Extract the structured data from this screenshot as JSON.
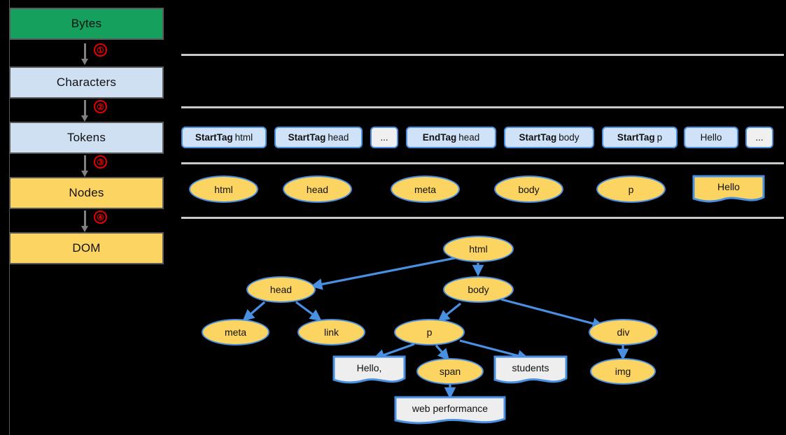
{
  "pipeline": {
    "stages": [
      {
        "label": "Bytes",
        "color": "#16a05d"
      },
      {
        "label": "Characters",
        "color": "#cfe0f3"
      },
      {
        "label": "Tokens",
        "color": "#cfe0f3"
      },
      {
        "label": "Nodes",
        "color": "#fcd462"
      },
      {
        "label": "DOM",
        "color": "#fcd462"
      }
    ],
    "steps": [
      "①",
      "②",
      "③",
      "④"
    ],
    "accent_marker_color": "#e60000"
  },
  "tokens": {
    "items": [
      {
        "kind": "StartTag",
        "value": "html",
        "style": "tag"
      },
      {
        "kind": "StartTag",
        "value": "head",
        "style": "tag"
      },
      {
        "kind": "",
        "value": "...",
        "style": "plain"
      },
      {
        "kind": "EndTag",
        "value": "head",
        "style": "tag"
      },
      {
        "kind": "StartTag",
        "value": "body",
        "style": "tag"
      },
      {
        "kind": "StartTag",
        "value": "p",
        "style": "tag"
      },
      {
        "kind": "",
        "value": "Hello",
        "style": "text"
      },
      {
        "kind": "",
        "value": "...",
        "style": "plain"
      }
    ]
  },
  "nodes": {
    "items": [
      {
        "label": "html",
        "shape": "ellipse"
      },
      {
        "label": "head",
        "shape": "ellipse"
      },
      {
        "label": "meta",
        "shape": "ellipse"
      },
      {
        "label": "body",
        "shape": "ellipse"
      },
      {
        "label": "p",
        "shape": "ellipse"
      },
      {
        "label": "Hello",
        "shape": "document"
      }
    ]
  },
  "dom_tree": {
    "nodes": [
      {
        "id": "html",
        "label": "html",
        "shape": "ellipse"
      },
      {
        "id": "head",
        "label": "head",
        "shape": "ellipse"
      },
      {
        "id": "body",
        "label": "body",
        "shape": "ellipse"
      },
      {
        "id": "meta",
        "label": "meta",
        "shape": "ellipse"
      },
      {
        "id": "link",
        "label": "link",
        "shape": "ellipse"
      },
      {
        "id": "p",
        "label": "p",
        "shape": "ellipse"
      },
      {
        "id": "div",
        "label": "div",
        "shape": "ellipse"
      },
      {
        "id": "hello",
        "label": "Hello,",
        "shape": "document"
      },
      {
        "id": "span",
        "label": "span",
        "shape": "ellipse"
      },
      {
        "id": "students",
        "label": "students",
        "shape": "document"
      },
      {
        "id": "img",
        "label": "img",
        "shape": "ellipse"
      },
      {
        "id": "webperf",
        "label": "web performance",
        "shape": "document"
      }
    ],
    "edges": [
      [
        "html",
        "head"
      ],
      [
        "html",
        "body"
      ],
      [
        "head",
        "meta"
      ],
      [
        "head",
        "link"
      ],
      [
        "body",
        "p"
      ],
      [
        "body",
        "div"
      ],
      [
        "p",
        "hello"
      ],
      [
        "p",
        "span"
      ],
      [
        "p",
        "students"
      ],
      [
        "div",
        "img"
      ],
      [
        "span",
        "webperf"
      ]
    ]
  },
  "colors": {
    "element_node_fill": "#fcd462",
    "text_node_fill": "#eeeeee",
    "node_border": "#4a90e2",
    "edge": "#4a90e2",
    "separator": "#c9c9c9",
    "background": "#000000"
  }
}
